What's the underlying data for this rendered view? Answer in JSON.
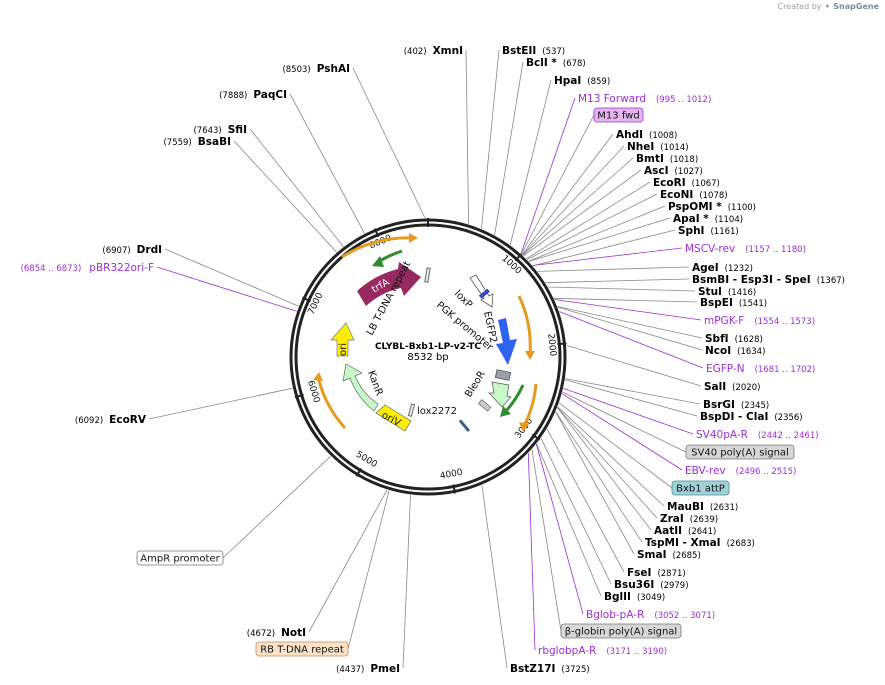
{
  "credit": {
    "prefix": "Created by",
    "brand": "SnapGene"
  },
  "plasmid": {
    "name": "CLYBL-Bxb1-LP-v2-TC",
    "length": "8532 bp"
  },
  "ticks": [
    "1000",
    "2000",
    "3000",
    "4000",
    "5000",
    "6000",
    "7000",
    "8000"
  ],
  "enzymes": [
    {
      "name": "XmnI",
      "pos": "(402)"
    },
    {
      "name": "BstEII",
      "pos": "(537)"
    },
    {
      "name": "BclI *",
      "pos": "(678)"
    },
    {
      "name": "HpaI",
      "pos": "(859)"
    },
    {
      "name": "AhdI",
      "pos": "(1008)"
    },
    {
      "name": "NheI",
      "pos": "(1014)"
    },
    {
      "name": "BmtI",
      "pos": "(1018)"
    },
    {
      "name": "AscI",
      "pos": "(1027)"
    },
    {
      "name": "EcoRI",
      "pos": "(1067)"
    },
    {
      "name": "EcoNI",
      "pos": "(1078)"
    },
    {
      "name": "PspOMI *",
      "pos": "(1100)"
    },
    {
      "name": "ApaI *",
      "pos": "(1104)"
    },
    {
      "name": "SphI",
      "pos": "(1161)"
    },
    {
      "name": "AgeI",
      "pos": "(1232)"
    },
    {
      "name": "BsmBI - Esp3I - SpeI",
      "pos": "(1367)"
    },
    {
      "name": "StuI",
      "pos": "(1416)"
    },
    {
      "name": "BspEI",
      "pos": "(1541)"
    },
    {
      "name": "SbfI",
      "pos": "(1628)"
    },
    {
      "name": "NcoI",
      "pos": "(1634)"
    },
    {
      "name": "SalI",
      "pos": "(2020)"
    },
    {
      "name": "BsrGI",
      "pos": "(2345)"
    },
    {
      "name": "BspDI - ClaI",
      "pos": "(2356)"
    },
    {
      "name": "MauBI",
      "pos": "(2631)"
    },
    {
      "name": "ZraI",
      "pos": "(2639)"
    },
    {
      "name": "AatII",
      "pos": "(2641)"
    },
    {
      "name": "TspMI - XmaI",
      "pos": "(2683)"
    },
    {
      "name": "SmaI",
      "pos": "(2685)"
    },
    {
      "name": "FseI",
      "pos": "(2871)"
    },
    {
      "name": "Bsu36I",
      "pos": "(2979)"
    },
    {
      "name": "BglII",
      "pos": "(3049)"
    },
    {
      "name": "BstZ17I",
      "pos": "(3725)"
    },
    {
      "name": "PmeI",
      "pos": "(4437)"
    },
    {
      "name": "NotI",
      "pos": "(4672)"
    },
    {
      "name": "EcoRV",
      "pos": "(6092)"
    },
    {
      "name": "DrdI",
      "pos": "(6907)"
    },
    {
      "name": "BsaBI",
      "pos": "(7559)"
    },
    {
      "name": "SfiI",
      "pos": "(7643)"
    },
    {
      "name": "PaqCI",
      "pos": "(7888)"
    },
    {
      "name": "PshAI",
      "pos": "(8503)"
    }
  ],
  "primers": [
    {
      "name": "M13 Forward",
      "range": "(995 .. 1012)"
    },
    {
      "name": "MSCV-rev",
      "range": "(1157 .. 1180)"
    },
    {
      "name": "mPGK-F",
      "range": "(1554 .. 1573)"
    },
    {
      "name": "EGFP-N",
      "range": "(1681 .. 1702)"
    },
    {
      "name": "SV40pA-R",
      "range": "(2442 .. 2461)"
    },
    {
      "name": "EBV-rev",
      "range": "(2496 .. 2515)"
    },
    {
      "name": "Bglob-pA-R",
      "range": "(3052 .. 3071)"
    },
    {
      "name": "rbglobpA-R",
      "range": "(3171 .. 3190)"
    },
    {
      "name": "pBR322ori-F",
      "range": "(6854 .. 6873)"
    }
  ],
  "boxes": [
    {
      "label": "M13 fwd"
    },
    {
      "label": "SV40 poly(A) signal"
    },
    {
      "label": "Bxb1 attP"
    },
    {
      "label": "β-globin poly(A) signal"
    },
    {
      "label": "AmpR promoter"
    },
    {
      "label": "RB T-DNA repeat"
    }
  ],
  "features": [
    {
      "label": "trfA"
    },
    {
      "label": "LB T-DNA repeat"
    },
    {
      "label": "ori"
    },
    {
      "label": "KanR"
    },
    {
      "label": "oriV"
    },
    {
      "label": "lox2272"
    },
    {
      "label": "loxP"
    },
    {
      "label": "PGK promoter"
    },
    {
      "label": "EGFP2"
    },
    {
      "label": "BleoR"
    }
  ],
  "colors": {
    "backbone": "#222222",
    "orange": "#e59a1f",
    "green": "#2e8b2e",
    "purple": "#9b2ed6",
    "trfA": "#96295f",
    "ori": "#ffee00",
    "kanR": "#c9f7c9",
    "oriV": "#ffee00",
    "egfp": "#2d63ee",
    "enzyme_line": "#888888"
  }
}
